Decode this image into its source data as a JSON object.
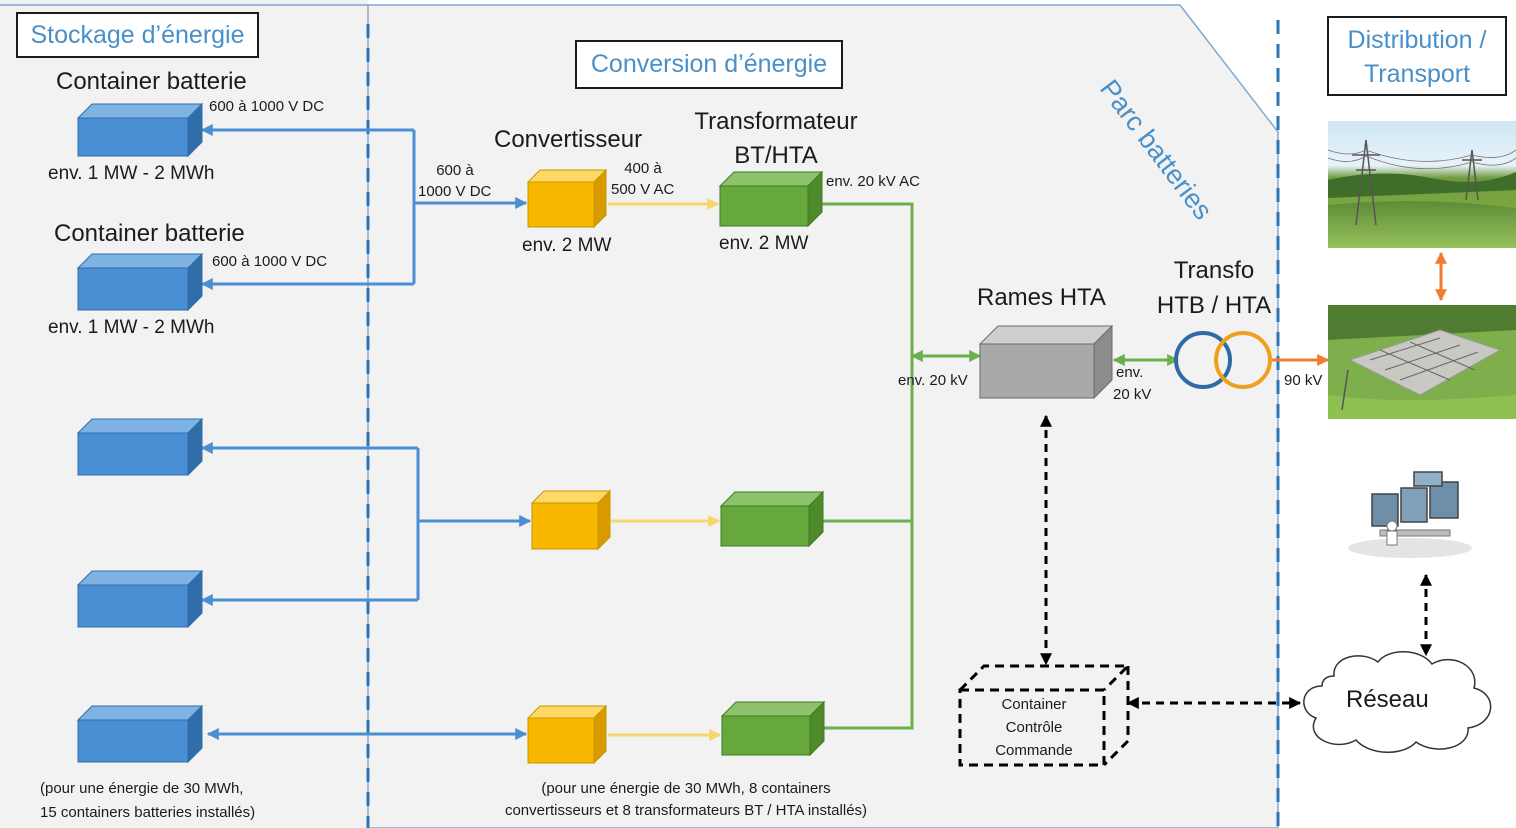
{
  "sections": {
    "stockage": "Stockage d’énergie",
    "conversion": "Conversion d’énergie",
    "parc": "Parc batteries",
    "distribution": "Distribution / Transport"
  },
  "battery": {
    "title1": "Container batterie",
    "title2": "Container batterie",
    "voltage1": "600 à 1000 V DC",
    "voltage2": "600 à 1000 V DC",
    "capacity1": "env. 1 MW - 2 MWh",
    "capacity2": "env. 1 MW - 2 MWh",
    "footnote_line1": "(pour une énergie de 30 MWh,",
    "footnote_line2": "15 containers batteries installés)"
  },
  "dc_bus": {
    "line1": "600 à",
    "line2": "1000 V DC"
  },
  "converter": {
    "title": "Convertisseur",
    "power": "env. 2 MW",
    "out_line1": "400 à",
    "out_line2": "500 V AC"
  },
  "transformer": {
    "title_line1": "Transformateur",
    "title_line2": "BT/HTA",
    "power": "env. 2 MW",
    "out": "env. 20 kV AC"
  },
  "conversion_footnote": {
    "line1": "(pour une énergie de 30 MWh, 8 containers",
    "line2": "convertisseurs et 8 transformateurs BT / HTA installés)"
  },
  "rames": {
    "title": "Rames HTA",
    "in": "env. 20 kV",
    "out_line1": "env.",
    "out_line2": "20 kV"
  },
  "transfo": {
    "title_line1": "Transfo",
    "title_line2": "HTB / HTA",
    "out": "90 kV"
  },
  "control": {
    "line1": "Container",
    "line2": "Contrôle",
    "line3": "Commande"
  },
  "network": {
    "label": "Réseau"
  },
  "icons": {
    "battery": "battery-container-icon",
    "converter": "converter-icon",
    "transformer": "transformer-icon",
    "rames": "switchgear-icon",
    "transfo": "htb-hta-transformer-icon",
    "control": "control-container-icon",
    "cloud": "cloud-icon",
    "pylons": "power-line-photo",
    "substation": "substation-photo",
    "control_room": "control-room-photo"
  },
  "colors": {
    "dc_link": "#4a8fd4",
    "ac_lv_link": "#f5d76e",
    "mv_link": "#6ab04c",
    "hv_link": "#ef7d31",
    "battery": "#4a8fd4",
    "converter": "#f8b800",
    "transformer": "#66a83c",
    "rames": "#a9a9a9",
    "section_text": "#4a90c8"
  }
}
